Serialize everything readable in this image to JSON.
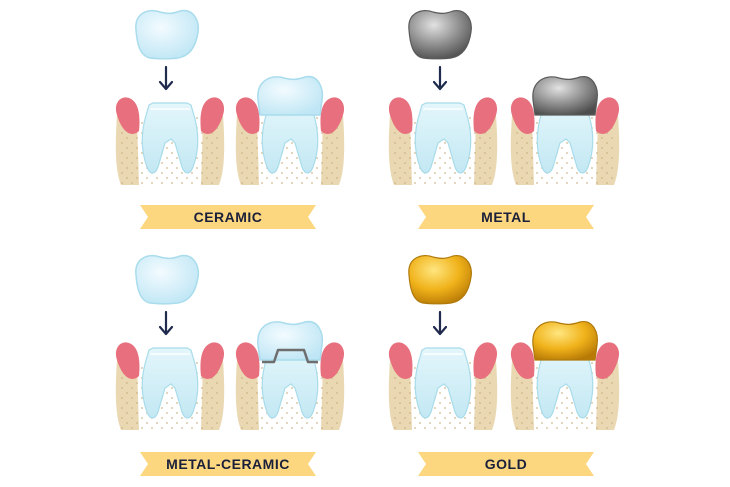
{
  "panels": [
    {
      "id": "ceramic",
      "label": "CERAMIC",
      "crown": "ceramic",
      "seat": "ceramic"
    },
    {
      "id": "metal",
      "label": "METAL",
      "crown": "metal",
      "seat": "metal"
    },
    {
      "id": "metal-ceramic",
      "label": "METAL-CERAMIC",
      "crown": "ceramic",
      "seat": "metal-ceramic"
    },
    {
      "id": "gold",
      "label": "GOLD",
      "crown": "gold",
      "seat": "gold"
    }
  ],
  "colors": {
    "ribbon": "#fcd77f",
    "ribbon_text": "#1a1f3a",
    "gum": "#e8707e",
    "bone": "#ead8b2",
    "bone_dots": "#c9b083",
    "tooth": "#cfeef7",
    "tooth_edge": "#a8dcea",
    "arrow": "#1f2a4d",
    "ceramic": "#d6f0fa",
    "metal": "#8a8a8a",
    "gold": "#f2b418",
    "metal_band": "#6e6e6e"
  },
  "icons": {
    "arrow": "arrow-down-icon",
    "crown": "crown-icon",
    "tooth": "tooth-icon"
  }
}
